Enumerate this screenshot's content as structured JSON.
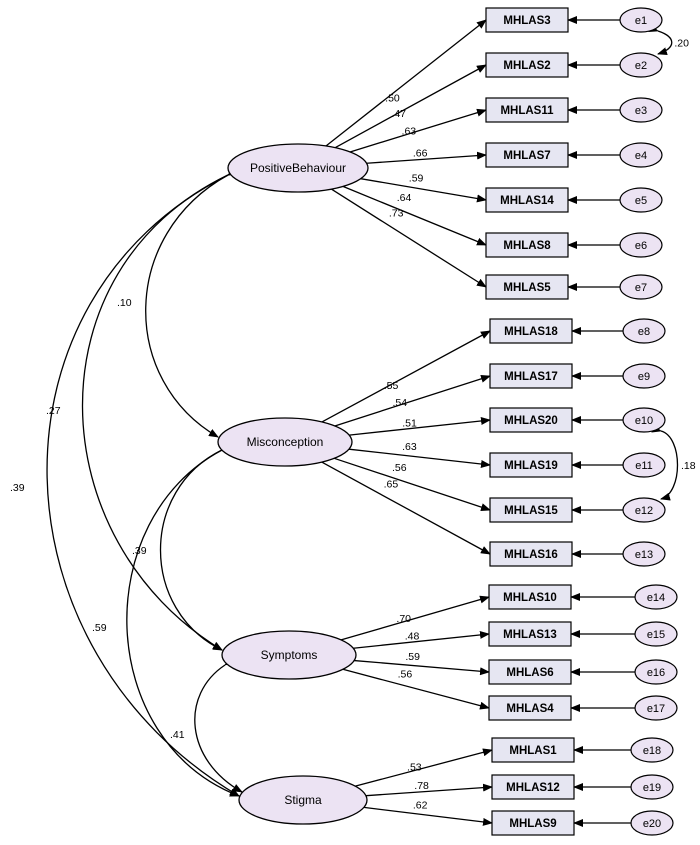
{
  "colors": {
    "latent_fill": "#ece3f3",
    "indicator_fill": "#e6e6f2",
    "error_fill": "#ece3f3",
    "stroke": "#000000"
  },
  "latents": [
    {
      "id": "pb",
      "label": "PositiveBehaviour"
    },
    {
      "id": "mis",
      "label": "Misconception"
    },
    {
      "id": "sym",
      "label": "Symptoms"
    },
    {
      "id": "sti",
      "label": "Stigma"
    }
  ],
  "indicators": [
    {
      "label": "MHLAS3",
      "error": "e1",
      "latent": "pb",
      "loading": ".50"
    },
    {
      "label": "MHLAS2",
      "error": "e2",
      "latent": "pb",
      "loading": ".47"
    },
    {
      "label": "MHLAS11",
      "error": "e3",
      "latent": "pb",
      "loading": ".63"
    },
    {
      "label": "MHLAS7",
      "error": "e4",
      "latent": "pb",
      "loading": ".66"
    },
    {
      "label": "MHLAS14",
      "error": "e5",
      "latent": "pb",
      "loading": ".59"
    },
    {
      "label": "MHLAS8",
      "error": "e6",
      "latent": "pb",
      "loading": ".64"
    },
    {
      "label": "MHLAS5",
      "error": "e7",
      "latent": "pb",
      "loading": ".73"
    },
    {
      "label": "MHLAS18",
      "error": "e8",
      "latent": "mis",
      "loading": ".55"
    },
    {
      "label": "MHLAS17",
      "error": "e9",
      "latent": "mis",
      "loading": ".54"
    },
    {
      "label": "MHLAS20",
      "error": "e10",
      "latent": "mis",
      "loading": ".51"
    },
    {
      "label": "MHLAS19",
      "error": "e11",
      "latent": "mis",
      "loading": ".63"
    },
    {
      "label": "MHLAS15",
      "error": "e12",
      "latent": "mis",
      "loading": ".56"
    },
    {
      "label": "MHLAS16",
      "error": "e13",
      "latent": "mis",
      "loading": ".65"
    },
    {
      "label": "MHLAS10",
      "error": "e14",
      "latent": "sym",
      "loading": ".70"
    },
    {
      "label": "MHLAS13",
      "error": "e15",
      "latent": "sym",
      "loading": ".48"
    },
    {
      "label": "MHLAS6",
      "error": "e16",
      "latent": "sym",
      "loading": ".59"
    },
    {
      "label": "MHLAS4",
      "error": "e17",
      "latent": "sym",
      "loading": ".56"
    },
    {
      "label": "MHLAS1",
      "error": "e18",
      "latent": "sti",
      "loading": ".53"
    },
    {
      "label": "MHLAS12",
      "error": "e19",
      "latent": "sti",
      "loading": ".78"
    },
    {
      "label": "MHLAS9",
      "error": "e20",
      "latent": "sti",
      "loading": ".62"
    }
  ],
  "latent_correlations": [
    {
      "from": "pb",
      "to": "mis",
      "value": ".10"
    },
    {
      "from": "pb",
      "to": "sym",
      "value": ".27"
    },
    {
      "from": "pb",
      "to": "sti",
      "value": ".39"
    },
    {
      "from": "mis",
      "to": "sym",
      "value": ".39"
    },
    {
      "from": "mis",
      "to": "sti",
      "value": ".59"
    },
    {
      "from": "sym",
      "to": "sti",
      "value": ".41"
    }
  ],
  "error_covariances": [
    {
      "from": "e1",
      "to": "e2",
      "value": ".20"
    },
    {
      "from": "e10",
      "to": "e12",
      "value": ".18"
    }
  ]
}
